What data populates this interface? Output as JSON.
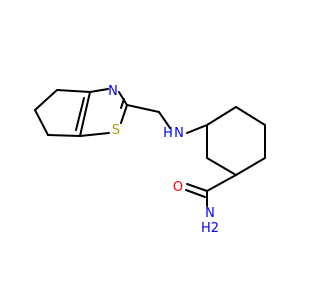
{
  "colors": {
    "bond": "#000000",
    "nitrogen": "#0000ff",
    "sulfur": "#b8a000",
    "oxygen": "#ff0000",
    "background": "#ffffff"
  },
  "atoms": {
    "ring_n": "N",
    "ring_s": "S",
    "amine_n": "N",
    "amine_h": "H",
    "carbonyl_o": "O",
    "amide_n": "N",
    "amide_h2": "H2"
  }
}
